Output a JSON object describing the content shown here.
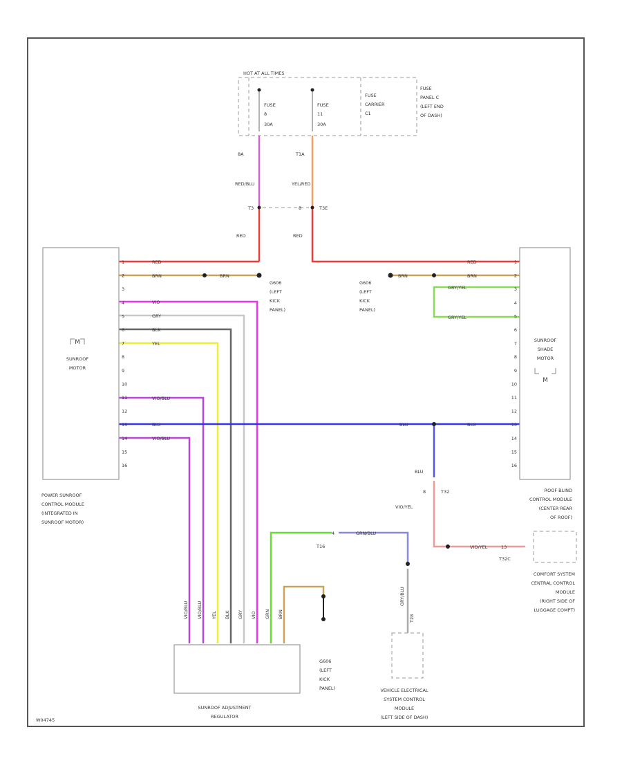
{
  "diagram_id": "W04745",
  "fuse_panel": {
    "title": "HOT AT ALL TIMES",
    "fuse_a": {
      "name": "FUSE",
      "number": "8",
      "rating": "30A",
      "wire": "8A"
    },
    "fuse_b": {
      "name": "FUSE",
      "number": "11",
      "rating": "30A",
      "wire": "T1A"
    },
    "fuse_carrier": [
      "FUSE",
      "CARRIER",
      "C1"
    ],
    "location": [
      "FUSE",
      "PANEL C",
      "(LEFT END",
      "OF DASH)"
    ]
  },
  "feed": {
    "left_color_upper": "RED/BLU",
    "right_color_upper": "YEL/RED",
    "left_conn": "T3",
    "right_conn": "T3E",
    "left_conn_pin": "8",
    "right_conn_pin": "8",
    "left_color_lower": "RED",
    "right_color_lower": "RED"
  },
  "sunroof_module": {
    "label": [
      "POWER SUNROOF",
      "CONTROL MODULE",
      "(INTEGRATED IN",
      "SUNROOF MOTOR)"
    ],
    "inner": [
      "M",
      "SUNROOF",
      "MOTOR"
    ],
    "pins": [
      "1",
      "2",
      "3",
      "4",
      "5",
      "6",
      "7",
      "8",
      "9",
      "10",
      "11",
      "12",
      "13",
      "14",
      "15",
      "16"
    ]
  },
  "blind_module": {
    "label": [
      "ROOF BLIND",
      "CONTROL MODULE",
      "(CENTER REAR",
      "OF ROOF)"
    ],
    "inner": [
      "SUNROOF",
      "SHADE",
      "MOTOR",
      "M"
    ],
    "pins": [
      "1",
      "2",
      "3",
      "4",
      "5",
      "6",
      "7",
      "8",
      "9",
      "10",
      "11",
      "12",
      "13",
      "14",
      "15",
      "16"
    ]
  },
  "wires": {
    "red": "RED",
    "brn": "BRN",
    "vio": "VIO",
    "gry": "GRY",
    "blk": "BLK",
    "yel": "YEL",
    "vio_blu_a": "VIO/BLU",
    "blu": "BLU",
    "vio_blu_b": "VIO/BLU",
    "gry_yel_a": "GRY/YEL",
    "gry_yel_b": "GRY/YEL",
    "blu_vert": "BLU",
    "vio_yel": "VIO/YEL",
    "grn_blu": "GRN/BLU",
    "gry_blu_vert": "GRY/BLU"
  },
  "grounds": {
    "g1": [
      "G606",
      "(LEFT",
      "KICK",
      "PANEL)"
    ],
    "g2": [
      "G606",
      "(LEFT",
      "KICK",
      "PANEL)"
    ],
    "g3": [
      "G606",
      "(LEFT",
      "KICK",
      "PANEL)"
    ]
  },
  "connectors": {
    "t32_a": "T32",
    "t32_pin_a": "8",
    "t32_b": "T32C",
    "t32_pin_b": "13",
    "t16": "T16",
    "t16_pin": "4",
    "t28": "T28"
  },
  "comfort_module": {
    "label": [
      "COMFORT SYSTEM",
      "CENTRAL CONTROL",
      "MODULE",
      "(RIGHT SIDE OF",
      "LUGGAGE COMPT)"
    ]
  },
  "regulator": {
    "label": [
      "SUNROOF ADJUSTMENT",
      "REGULATOR"
    ],
    "wire_labels": [
      "VIO/BLU",
      "VIO/BLU",
      "YEL",
      "BLK",
      "GRY",
      "VIO",
      "GRN",
      "BRN"
    ]
  },
  "vescm": {
    "label": [
      "VEHICLE ELECTRICAL",
      "SYSTEM CONTROL",
      "MODULE",
      "(LEFT SIDE OF DASH)"
    ]
  },
  "colors": {
    "red": "#ef3b3b",
    "brown": "#c9a25b",
    "violet": "#ee33ee",
    "gray": "#bbbbbb",
    "black": "#555555",
    "yellow": "#eeee33",
    "vio_blu": "#bb44dd",
    "blue": "#3333ee",
    "green": "#66dd33",
    "yel_red": "#f5a060"
  }
}
